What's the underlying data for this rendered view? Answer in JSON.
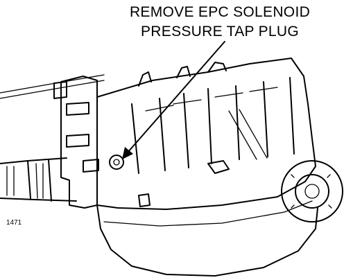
{
  "callout": {
    "line1": "REMOVE EPC SOLENOID",
    "line2": "PRESSURE TAP PLUG"
  },
  "figure_id": "1471"
}
